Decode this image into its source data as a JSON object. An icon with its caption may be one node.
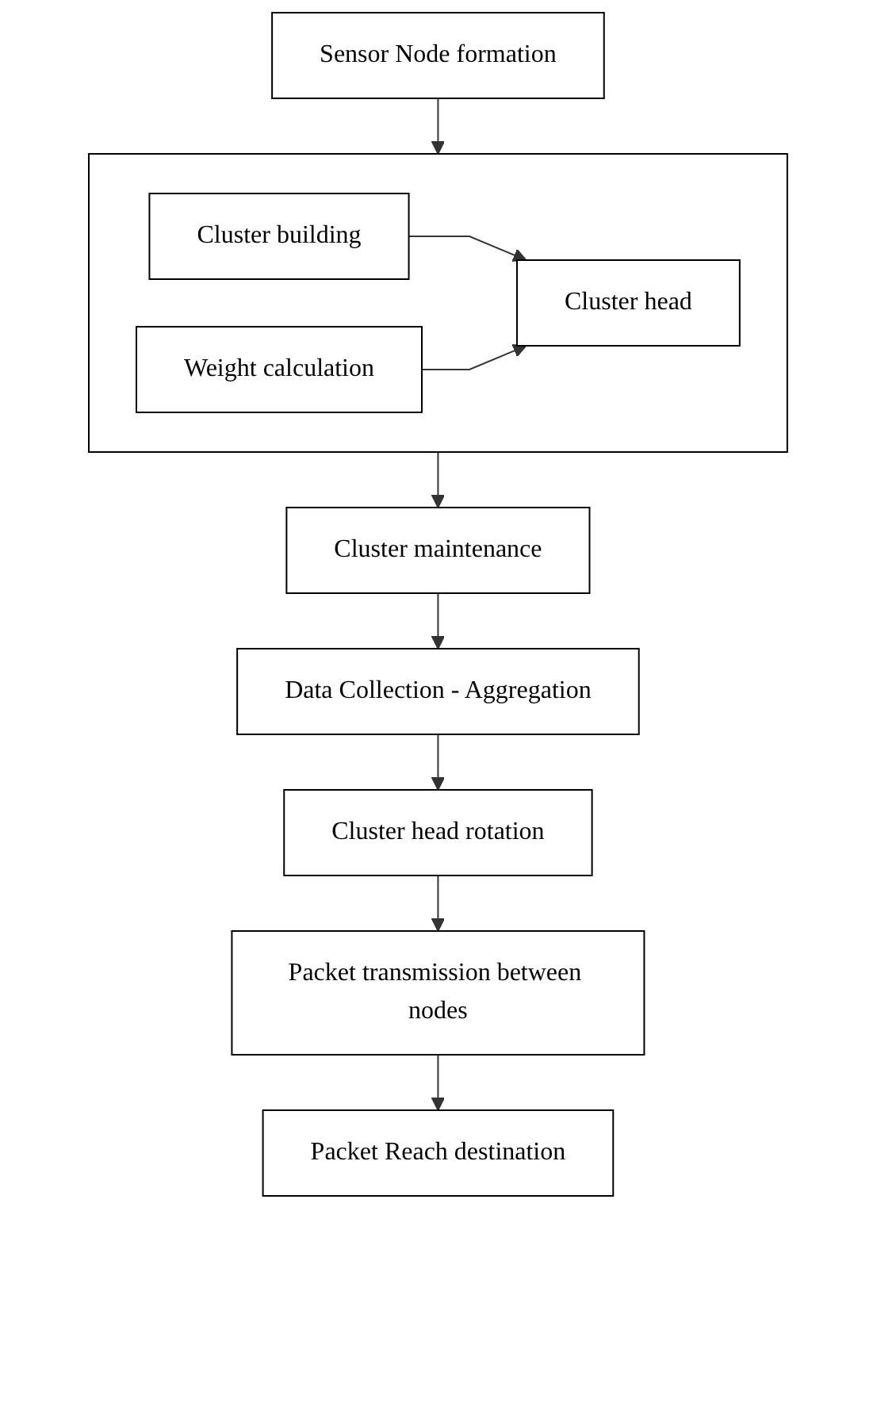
{
  "diagram": {
    "nodes": [
      {
        "text": [
          "Sensor Node formation"
        ]
      },
      {
        "text": [],
        "shape": "box"
      },
      {
        "text": [
          "Cluster building"
        ],
        "in": 1
      },
      {
        "text": [
          "Cluster head"
        ],
        "in": 1
      },
      {
        "text": [
          "Weight calculation"
        ],
        "in": 1
      },
      {
        "text": [
          "Cluster maintenance"
        ]
      },
      {
        "text": [
          "Data Collection - Aggregation"
        ]
      },
      {
        "text": [
          "Cluster head rotation"
        ]
      },
      {
        "text": [
          "Packet transmission between nodes"
        ]
      },
      {
        "text": [
          "Packet Reach destination"
        ]
      }
    ],
    "edges": [
      {
        "from": 0,
        "to": 1,
        "arrow": "to"
      },
      {
        "from": 2,
        "to": 3,
        "arrow": "to"
      },
      {
        "from": 4,
        "to": 3,
        "arrow": "to"
      },
      {
        "from": 1,
        "to": 5,
        "arrow": "to"
      },
      {
        "from": 5,
        "to": 6,
        "arrow": "to"
      },
      {
        "from": 6,
        "to": 7,
        "arrow": "to"
      },
      {
        "from": 7,
        "to": 8,
        "arrow": "to"
      },
      {
        "from": 8,
        "to": 9,
        "arrow": "to"
      }
    ]
  }
}
